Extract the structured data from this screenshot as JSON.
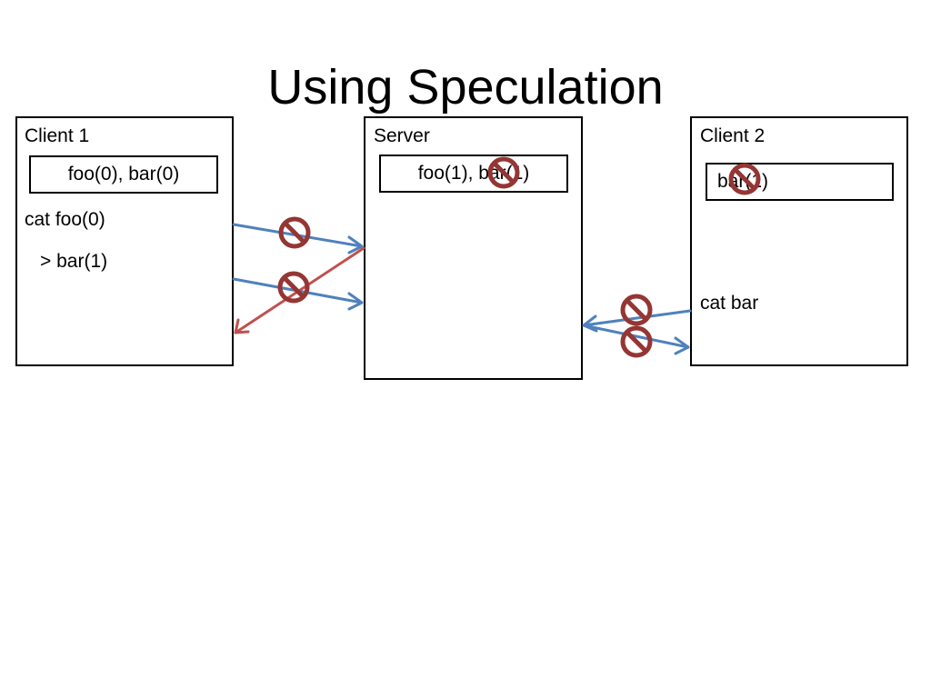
{
  "slide": {
    "title": "Using Speculation"
  },
  "client1": {
    "label": "Client 1",
    "cache": "foo(0), bar(0)",
    "command": "cat foo(0)",
    "redirect": "> bar(1)"
  },
  "server": {
    "label": "Server",
    "cache": "foo(1), bar(1)"
  },
  "client2": {
    "label": "Client 2",
    "cache": "bar(1)",
    "command": "cat bar"
  },
  "colors": {
    "arrow_blue": "#4f81bd",
    "arrow_red": "#c0504d",
    "cancel_symbol": "#943634"
  },
  "icons": {
    "cancel": "prohibited-icon"
  }
}
